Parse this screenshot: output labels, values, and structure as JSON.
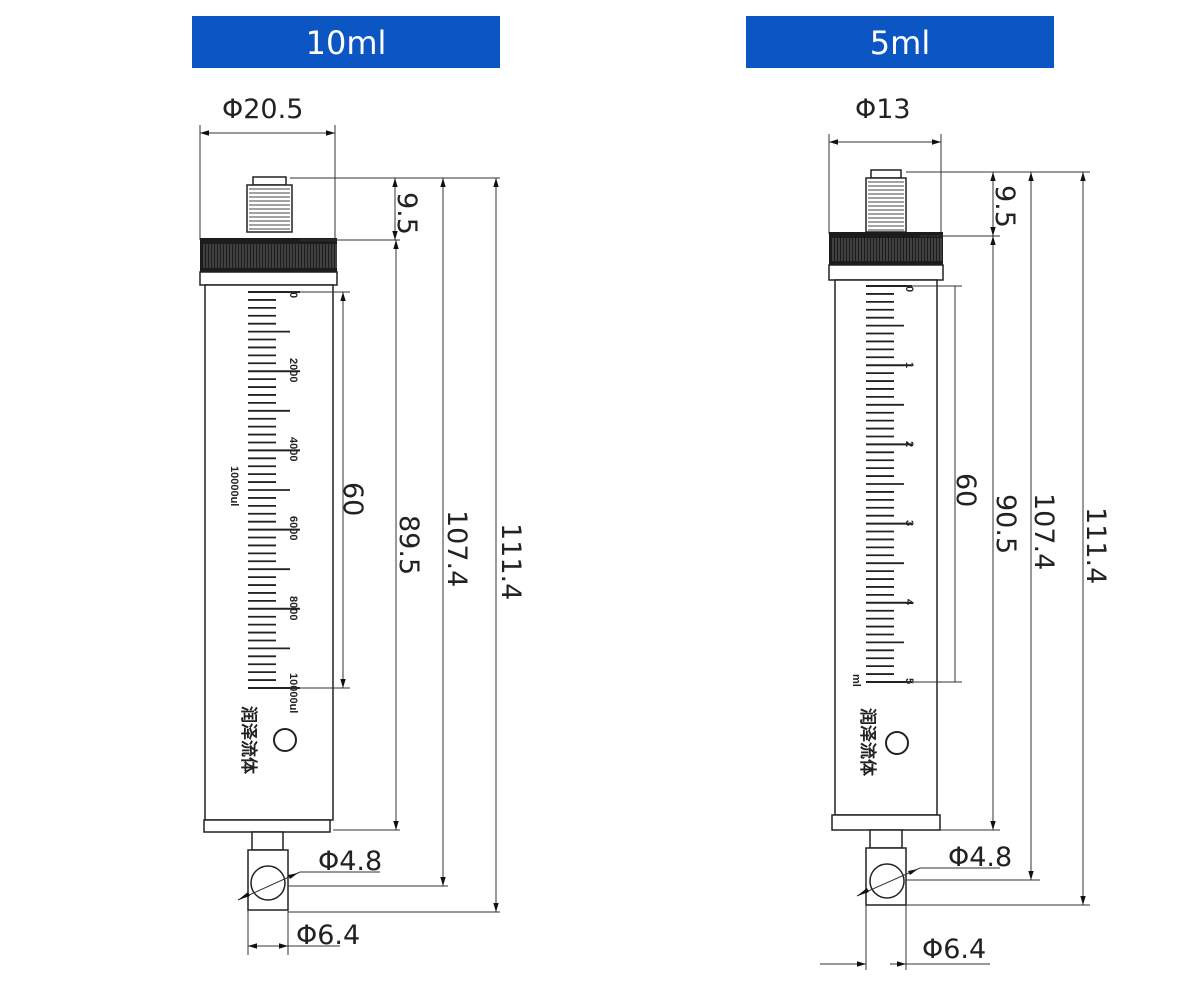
{
  "left": {
    "title": "10ml",
    "dia_top": "Φ20.5",
    "dims": {
      "tip": "9.5",
      "scale": "60",
      "barrel": "89.5",
      "body": "107.4",
      "total": "111.4"
    },
    "port_dia": "Φ4.8",
    "valve_dia": "Φ6.4",
    "scale_labels": [
      "0",
      "2000",
      "4000",
      "6000",
      "8000",
      "10000ul"
    ],
    "scale_unit": "10000ul",
    "brand": "润泽流体"
  },
  "right": {
    "title": "5ml",
    "dia_top": "Φ13",
    "dims": {
      "tip": "9.5",
      "scale": "60",
      "barrel": "90.5",
      "body": "107.4",
      "total": "111.4"
    },
    "port_dia": "Φ4.8",
    "valve_dia": "Φ6.4",
    "scale_labels": [
      "0",
      "1",
      "2",
      "3",
      "4",
      "5"
    ],
    "scale_unit": "ml",
    "brand": "润泽流体"
  },
  "colors": {
    "header": "#0b56c2"
  }
}
